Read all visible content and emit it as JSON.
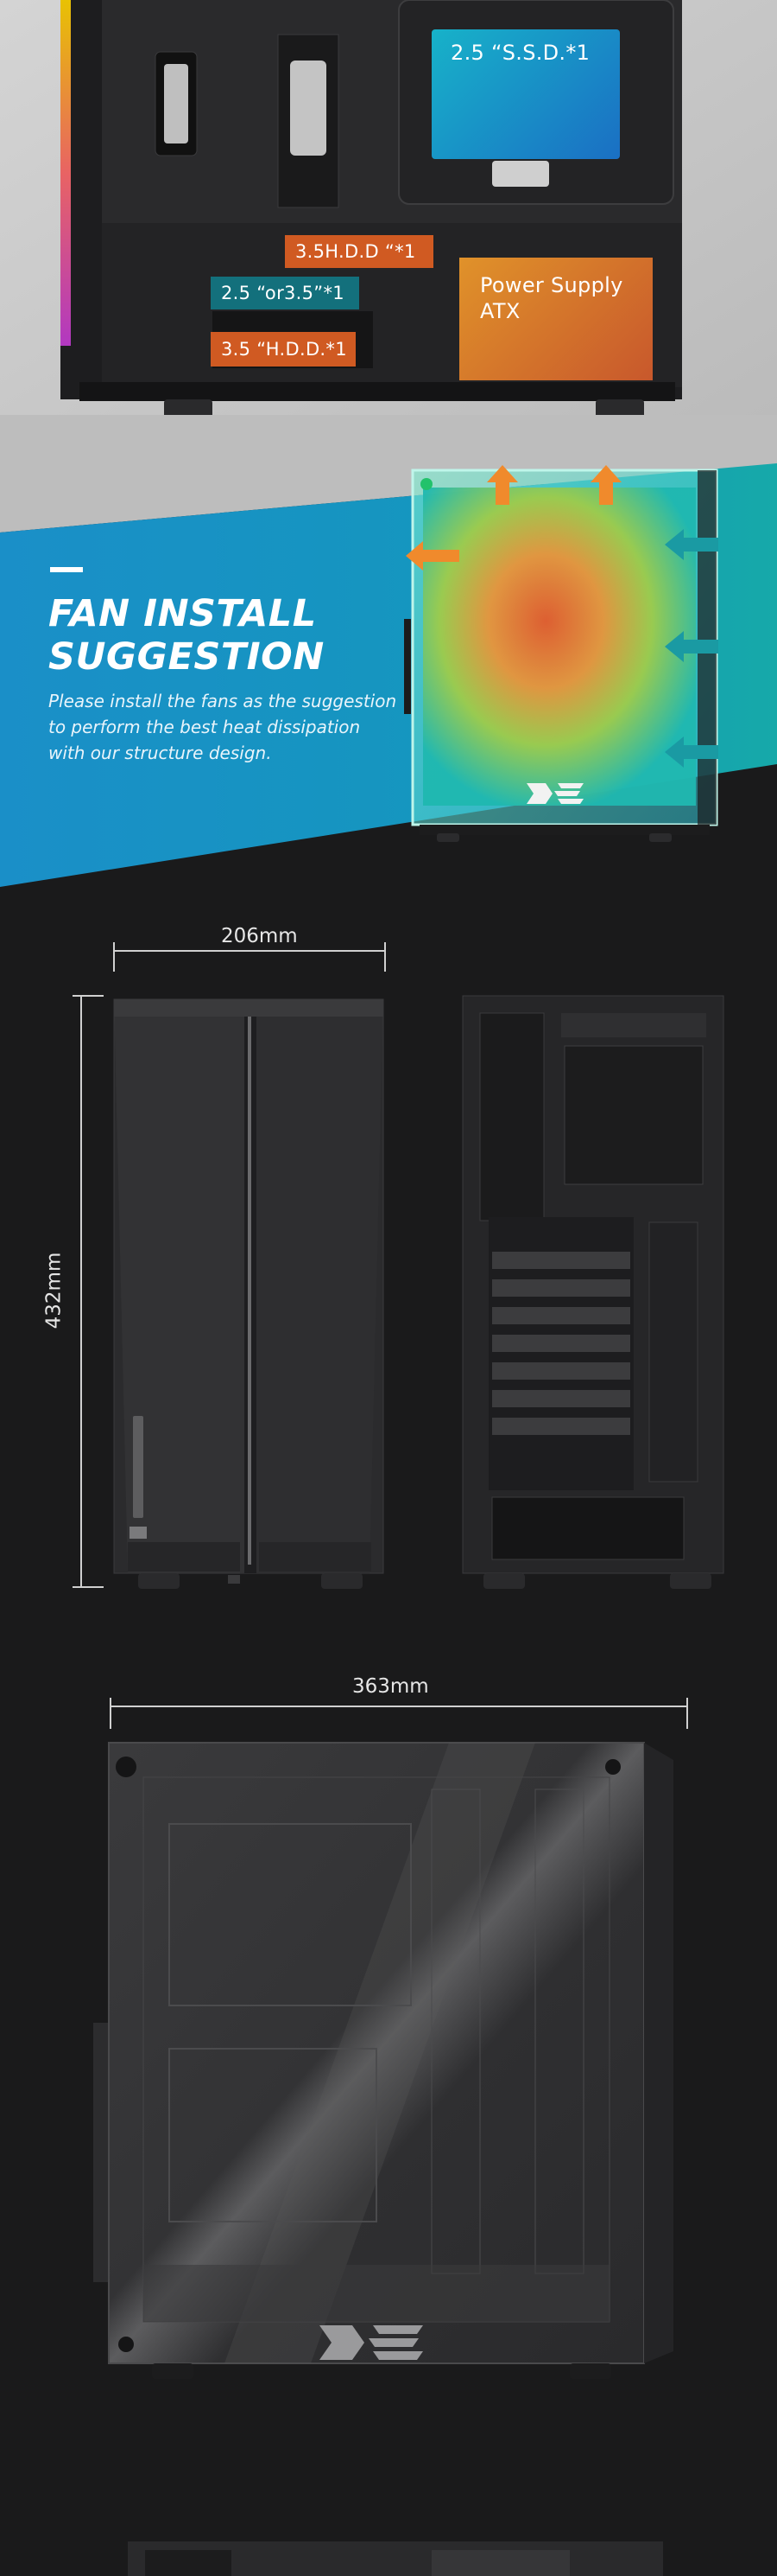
{
  "components": {
    "ssd_label": "2.5 “S.S.D.*1",
    "hdd35_label": "3.5H.D.D “*1",
    "combo_label": "2.5 “or3.5”*1",
    "hdd35_bottom_label": "3.5 “H.D.D.*1",
    "psu_label_line1": "Power Supply",
    "psu_label_line2": "ATX"
  },
  "fan_section": {
    "heading_line1": "FAN INSTALL",
    "heading_line2": "SUGGESTION",
    "description_line1": "Please install the fans as the suggestion",
    "description_line2": "to perform the best heat dissipation",
    "description_line3": "with our structure design."
  },
  "dimensions": {
    "width": "206mm",
    "height": "432mm",
    "depth": "363mm"
  },
  "colors": {
    "accent_teal": "#16a9a9",
    "accent_blue": "#1a8fc8",
    "label_orange": "#d05a22",
    "label_teal": "#13707c",
    "psu_orange": "#e0882a"
  },
  "icons": {
    "brand_logo": "darkflash-logo-icon",
    "intake_arrow": "arrow-left-icon",
    "exhaust_arrow": "arrow-up-icon"
  }
}
